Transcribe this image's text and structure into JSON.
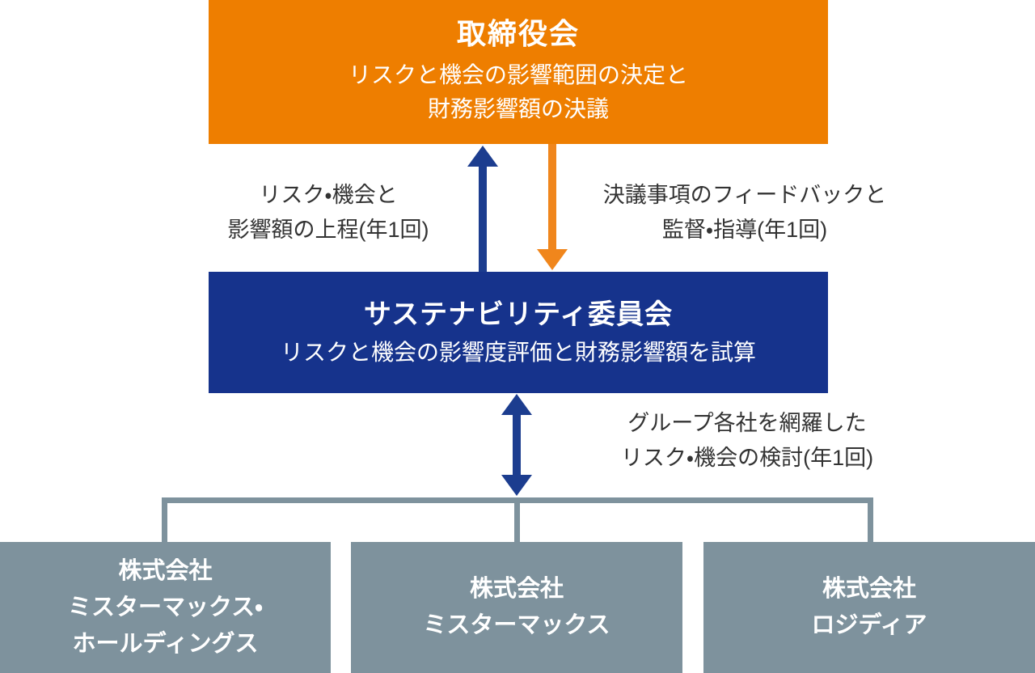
{
  "diagram": {
    "board": {
      "title": "取締役会",
      "desc_line1": "リスクと機会の影響範囲の決定と",
      "desc_line2": "財務影響額の決議"
    },
    "committee": {
      "title": "サステナビリティ委員会",
      "desc": "リスクと機会の影響度評価と財務影響額を試算"
    },
    "labels": {
      "report_line1": "リスク・機会と",
      "report_line2": "影響額の上程(年1回)",
      "feedback_line1": "決議事項のフィードバックと",
      "feedback_line2": "監督・指導(年1回)",
      "group_line1": "グループ各社を網羅した",
      "group_line2": "リスク・機会の検討(年1回)"
    },
    "companies": [
      {
        "lines": [
          "株式会社",
          "ミスターマックス・",
          "ホールディングス"
        ]
      },
      {
        "lines": [
          "株式会社",
          "ミスターマックス"
        ]
      },
      {
        "lines": [
          "株式会社",
          "ロジディア"
        ]
      }
    ],
    "colors": {
      "board_orange": "#EE7E00",
      "committee_navy": "#16338C",
      "arrow_navy": "#1C3D8F",
      "arrow_orange": "#F0861C",
      "company_gray": "#7E929D",
      "label_text": "#333333"
    }
  }
}
